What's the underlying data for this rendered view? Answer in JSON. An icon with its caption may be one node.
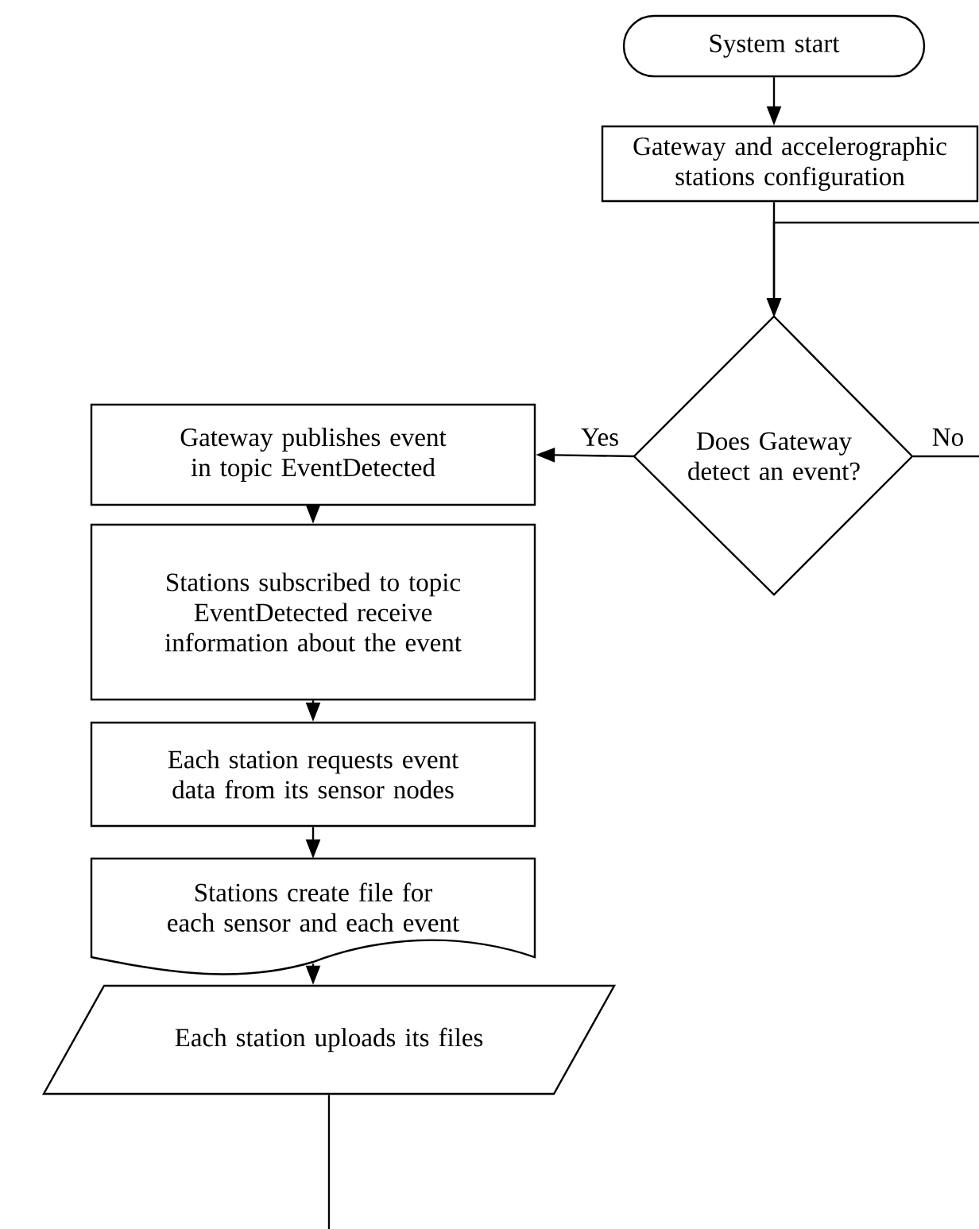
{
  "diagram": {
    "nodes": [
      {
        "text": [
          "System start"
        ]
      },
      {
        "text": [
          "Gateway and accelerographic stations configuration"
        ]
      },
      {
        "text": [
          "Does Gateway detect an event?"
        ]
      },
      {
        "text": [
          "Gateway publishes event in topic EventDetected"
        ]
      },
      {
        "text": [
          "Stations subscribed to topic EventDetected receive information about the event"
        ]
      },
      {
        "text": [
          "Each station requests event data from its sensor nodes"
        ]
      },
      {
        "text": [
          "Stations create file for each sensor and each event"
        ]
      },
      {
        "text": [
          "Each station uploads its files"
        ]
      }
    ],
    "edges": [
      {
        "from": 0,
        "to": 1,
        "arrow": "to"
      },
      {
        "from": 1,
        "to": 2,
        "arrow": "to"
      },
      {
        "from": 2,
        "to": 3,
        "arrow": "to",
        "label": "Yes"
      },
      {
        "from": 3,
        "to": 4,
        "arrow": "to"
      },
      {
        "from": 4,
        "to": 5,
        "arrow": "to"
      },
      {
        "from": 5,
        "to": 6,
        "arrow": "to"
      },
      {
        "from": 6,
        "to": 7,
        "arrow": "to"
      },
      {
        "from": 7,
        "to": null,
        "arrow": "none"
      },
      {
        "from": 2,
        "to": null,
        "arrow": "none",
        "label": "No"
      },
      {
        "from": null,
        "to": 2,
        "arrow": "to"
      }
    ]
  }
}
